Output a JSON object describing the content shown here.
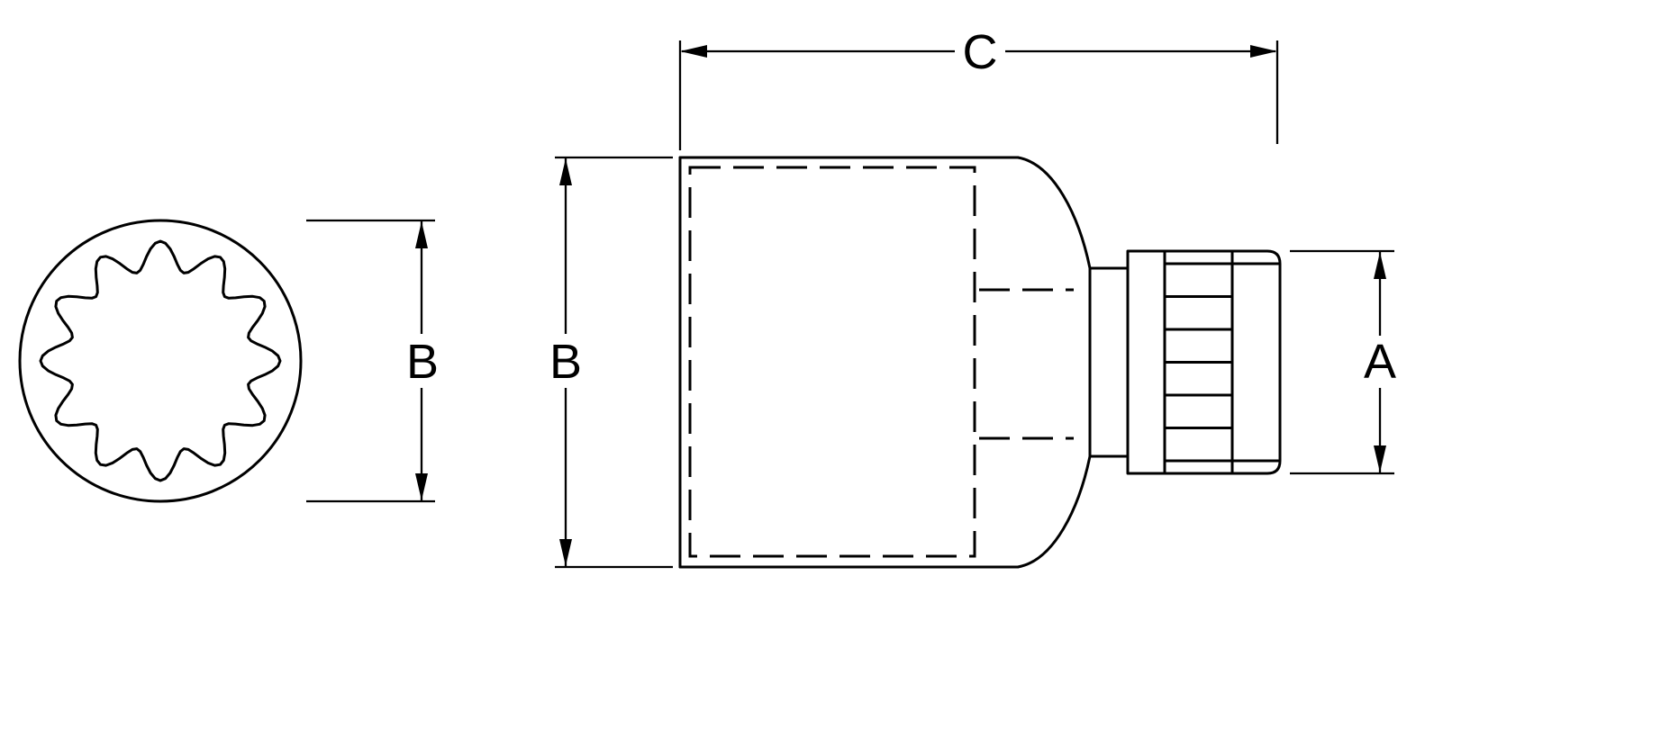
{
  "colors": {
    "line": "#000000",
    "background": "#ffffff"
  },
  "dimensions": {
    "a": {
      "label": "A"
    },
    "b_front": {
      "label": "B"
    },
    "b_side": {
      "label": "B"
    },
    "c": {
      "label": "C"
    }
  }
}
